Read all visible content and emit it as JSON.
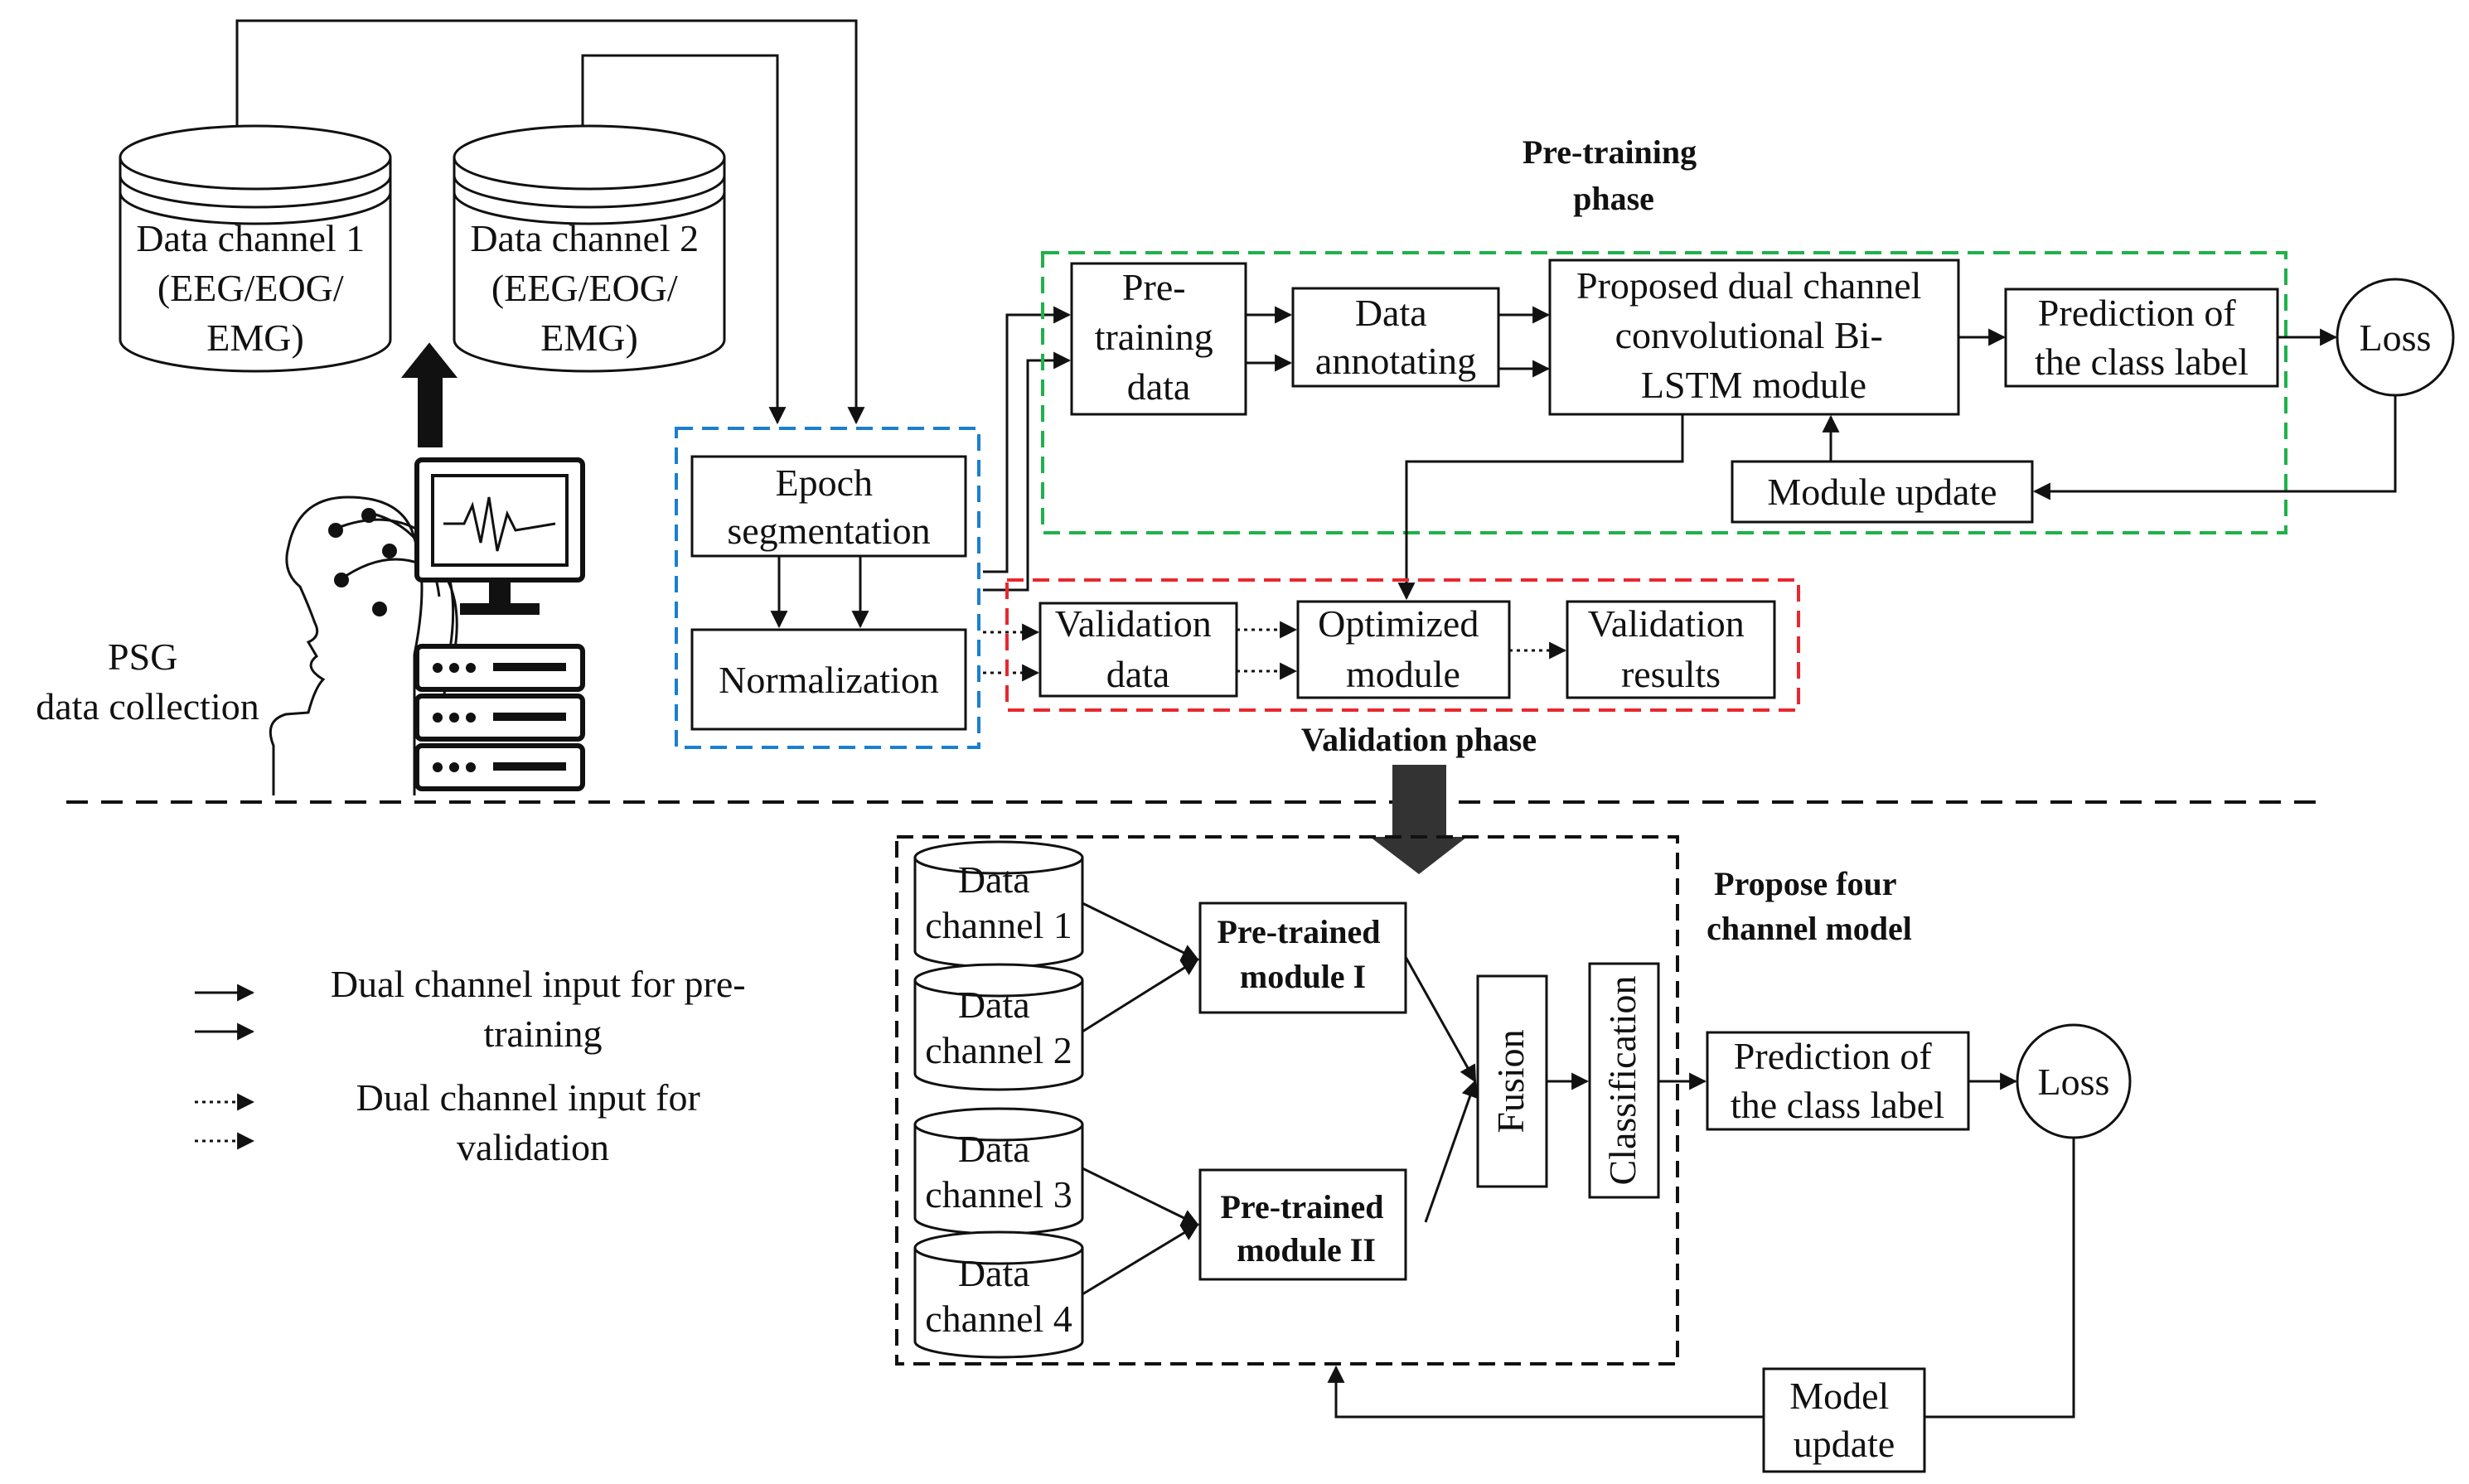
{
  "colors": {
    "pretraining_frame": "#1fb24a",
    "validation_frame": "#e8282e",
    "preprocess_frame": "#1a7fd0",
    "four_channel_frame": "#111111",
    "block_arrow": "#333333"
  },
  "icons": [
    "person-head-with-electrodes-icon",
    "monitor-with-signal-icon",
    "server-rack-icon"
  ],
  "top": {
    "db1": [
      "Data channel 1",
      "(EEG/EOG/",
      "EMG)"
    ],
    "db2": [
      "Data channel 2",
      "(EEG/EOG/",
      "EMG)"
    ],
    "psg": [
      "PSG",
      "data collection"
    ],
    "epoch": [
      "Epoch",
      "segmentation"
    ],
    "normalization": "Normalization",
    "pretraining_phase_title": [
      "Pre-training",
      "phase"
    ],
    "pretraining_data": [
      "Pre-",
      "training",
      "data"
    ],
    "data_annotating": [
      "Data",
      "annotating"
    ],
    "proposed_module": [
      "Proposed dual channel",
      "convolutional Bi-",
      "LSTM module"
    ],
    "prediction": [
      "Prediction of",
      "the class label"
    ],
    "loss": "Loss",
    "module_update": "Module update",
    "validation_data": [
      "Validation",
      "data"
    ],
    "optimized_module": [
      "Optimized",
      "module"
    ],
    "validation_results": [
      "Validation",
      "results"
    ],
    "validation_phase_title": "Validation phase"
  },
  "bottom": {
    "four_channel_title": [
      "Propose four",
      "channel model"
    ],
    "ch1": [
      "Data",
      "channel 1"
    ],
    "ch2": [
      "Data",
      "channel 2"
    ],
    "ch3": [
      "Data",
      "channel 3"
    ],
    "ch4": [
      "Data",
      "channel 4"
    ],
    "module1": [
      "Pre-trained",
      "module I"
    ],
    "module2": [
      "Pre-trained",
      "module II"
    ],
    "fusion": "Fusion",
    "classification": "Classification",
    "prediction": [
      "Prediction of",
      "the class label"
    ],
    "loss": "Loss",
    "model_update": [
      "Model",
      "update"
    ]
  },
  "legend": {
    "pretraining": [
      "Dual channel input for pre-",
      "training"
    ],
    "validation": [
      "Dual channel input for",
      "validation"
    ]
  }
}
